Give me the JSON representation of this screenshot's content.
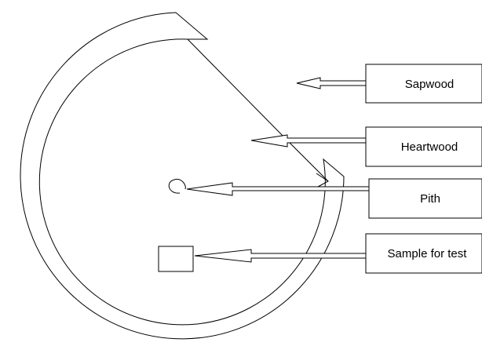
{
  "labels": {
    "sapwood": "Sapwood",
    "heartwood": "Heartwood",
    "pith": "Pith",
    "sample": "Sample for test"
  }
}
